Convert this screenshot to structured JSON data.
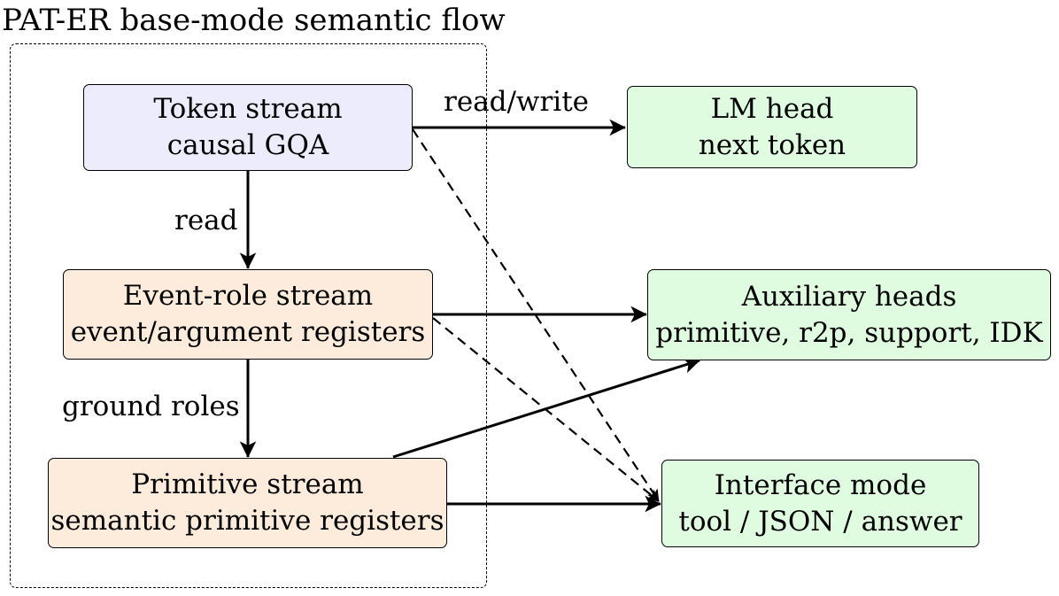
{
  "title": "PAT-ER base-mode semantic flow",
  "colors": {
    "token_fill": "#ececfc",
    "event_role_fill": "#fdecdc",
    "primitive_fill": "#fdecdc",
    "output_fill": "#e0fce0",
    "stroke": "#000000"
  },
  "nodes": {
    "token_stream": {
      "line1": "Token stream",
      "line2": "causal GQA"
    },
    "event_role_stream": {
      "line1": "Event-role stream",
      "line2": "event/argument registers"
    },
    "primitive_stream": {
      "line1": "Primitive stream",
      "line2": "semantic primitive registers"
    },
    "lm_head": {
      "line1": "LM head",
      "line2": "next token"
    },
    "auxiliary_heads": {
      "line1": "Auxiliary heads",
      "line2": "primitive, r2p, support, IDK"
    },
    "interface_mode": {
      "line1": "Interface mode",
      "line2": "tool / JSON / answer"
    }
  },
  "edge_labels": {
    "token_to_lm": "read/write",
    "token_to_event": "read",
    "event_to_primitive": "ground roles"
  }
}
